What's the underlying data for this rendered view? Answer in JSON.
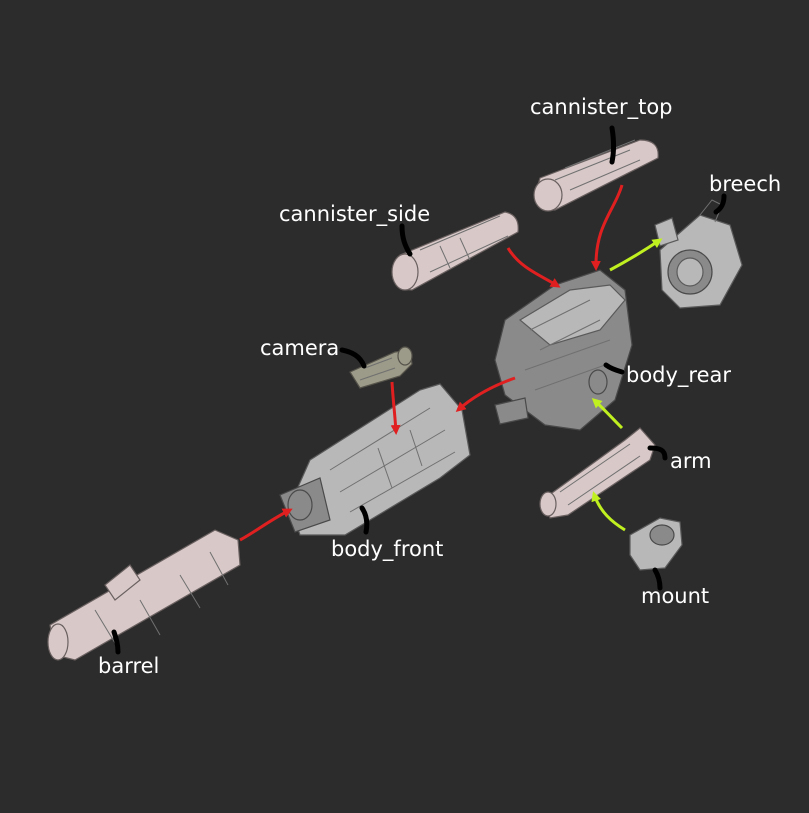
{
  "diagram": {
    "labels": {
      "cannister_top": "cannister_top",
      "breech": "breech",
      "cannister_side": "cannister_side",
      "camera": "camera",
      "body_rear": "body_rear",
      "arm": "arm",
      "body_front": "body_front",
      "mount": "mount",
      "barrel": "barrel"
    },
    "arrow_colors": {
      "red": "#e02020",
      "green": "#c0f020"
    },
    "background": "#2c2c2c"
  }
}
